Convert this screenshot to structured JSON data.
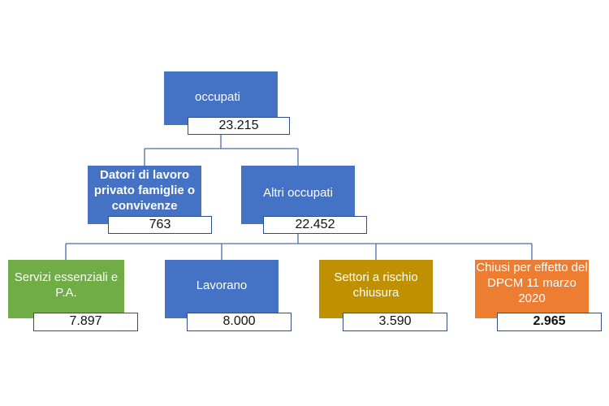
{
  "colors": {
    "blue": "#4472c4",
    "green": "#70ad47",
    "gold": "#bf9000",
    "orange": "#ed7d31",
    "connector": "#4a6ea8"
  },
  "nodes": {
    "root": {
      "label": "occupati",
      "value": "23.215"
    },
    "datori": {
      "label": "Datori di lavoro privato famiglie o convivenze",
      "value": "763"
    },
    "altri": {
      "label": "Altri occupati",
      "value": "22.452"
    },
    "servizi": {
      "label": "Servizi essenziali e P.A.",
      "value": "7.897"
    },
    "lavorano": {
      "label": "Lavorano",
      "value": "8.000"
    },
    "settori": {
      "label": "Settori a rischio chiusura",
      "value": "3.590"
    },
    "chiusi": {
      "label": "Chiusi per effetto del DPCM 11 marzo 2020",
      "value": "2.965"
    }
  }
}
